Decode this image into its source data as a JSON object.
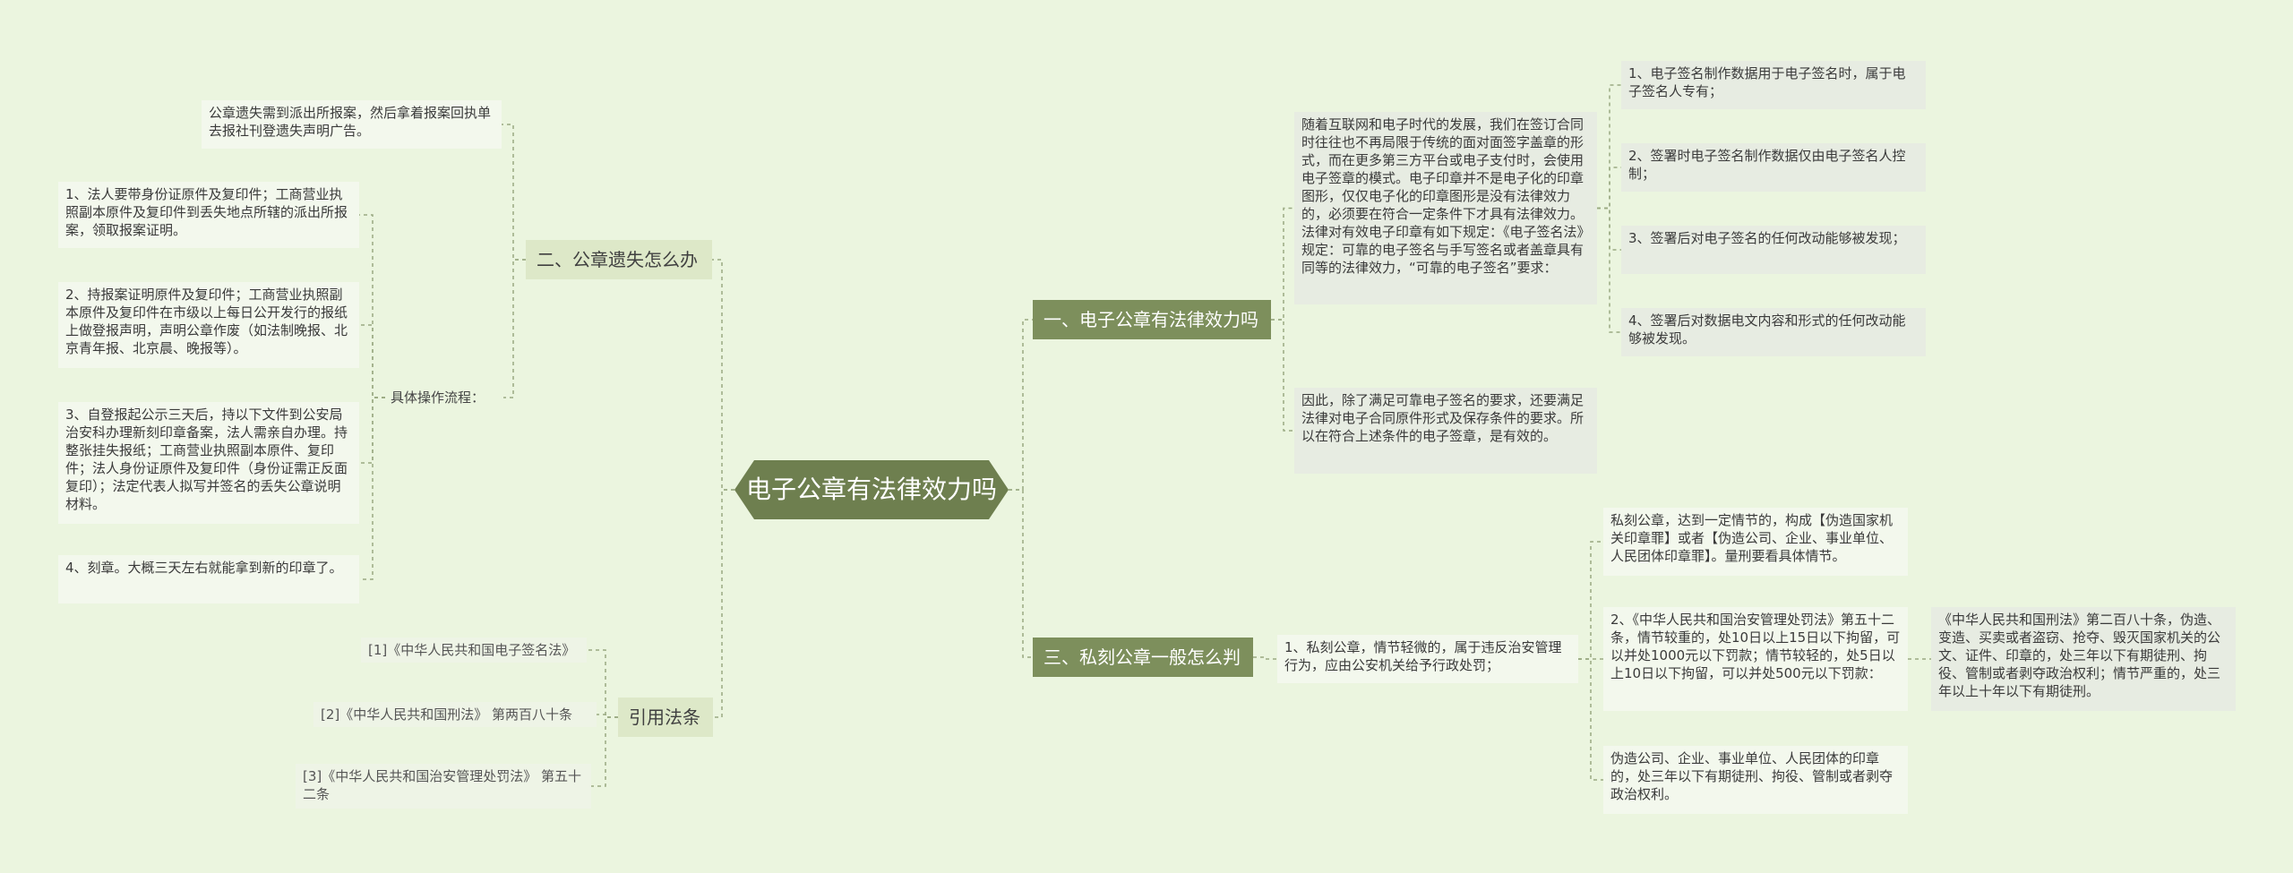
{
  "root": {
    "label": "电子公章有法律效力吗"
  },
  "right": {
    "b1": {
      "label": "一、电子公章有法律效力吗",
      "intro": "随着互联网和电子时代的发展，我们在签订合同时往往也不再局限于传统的面对面签字盖章的形式，而在更多第三方平台或电子支付时，会使用电子签章的模式。电子印章并不是电子化的印章图形，仅仅电子化的印章图形是没有法律效力的，必须要在符合一定条件下才具有法律效力。法律对有效电子印章有如下规定：《电子签名法》规定：可靠的电子签名与手写签名或者盖章具有同等的法律效力，“可靠的电子签名”要求：",
      "conditions": [
        "1、电子签名制作数据用于电子签名时，属于电子签名人专有；",
        "2、签署时电子签名制作数据仅由电子签名人控制；",
        "3、签署后对电子签名的任何改动能够被发现；",
        "4、签署后对数据电文内容和形式的任何改动能够被发现。"
      ],
      "conclusion": "因此，除了满足可靠电子签名的要求，还要满足法律对电子合同原件形式及保存条件的要求。所以在符合上述条件的电子签章，是有效的。"
    },
    "b3": {
      "label": "三、私刻公章一般怎么判",
      "point1": "1、私刻公章，情节轻微的，属于违反治安管理行为，应由公安机关给予行政处罚；",
      "items": [
        "私刻公章，达到一定情节的，构成【伪造国家机关印章罪】或者【伪造公司、企业、事业单位、人民团体印章罪】。量刑要看具体情节。",
        "2、《中华人民共和国治安管理处罚法》第五十二条，情节较重的，处10日以上15日以下拘留，可以并处1000元以下罚款；情节较轻的，处5日以上10日以下拘留，可以并处500元以下罚款：",
        "伪造公司、企业、事业单位、人民团体的印章的，处三年以下有期徒刑、拘役、管制或者剥夺政治权利。"
      ],
      "criminal_law": "《中华人民共和国刑法》第二百八十条，伪造、变造、买卖或者盗窃、抢夺、毁灭国家机关的公文、证件、印章的，处三年以下有期徒刑、拘役、管制或者剥夺政治权利；情节严重的，处三年以上十年以下有期徒刑。"
    }
  },
  "left": {
    "b2": {
      "label": "二、公章遗失怎么办",
      "top_note": "公章遗失需到派出所报案，然后拿着报案回执单去报社刊登遗失声明广告。",
      "process_label": "具体操作流程：",
      "steps": [
        "1、法人要带身份证原件及复印件；工商营业执照副本原件及复印件到丢失地点所辖的派出所报案，领取报案证明。",
        "2、持报案证明原件及复印件；工商营业执照副本原件及复印件在市级以上每日公开发行的报纸上做登报声明，声明公章作废（如法制晚报、北京青年报、北京晨、晚报等）。",
        "3、自登报起公示三天后，持以下文件到公安局治安科办理新刻印章备案，法人需亲自办理。持整张挂失报纸；工商营业执照副本原件、复印件；法人身份证原件及复印件（身份证需正反面复印）；法定代表人拟写并签名的丢失公章说明材料。",
        "4、刻章。大概三天左右就能拿到新的印章了。"
      ]
    },
    "b4": {
      "label": "引用法条",
      "refs": [
        "[1]《中华人民共和国电子签名法》",
        "[2]《中华人民共和国刑法》 第两百八十条",
        "[3]《中华人民共和国治安管理处罚法》 第五十二条"
      ]
    }
  },
  "colors": {
    "background": "#ebf5df",
    "root": "#6e7f4f",
    "branch_dark": "#7d8f5c",
    "branch_light": "#dde8c8",
    "line": "#9aaa82"
  }
}
